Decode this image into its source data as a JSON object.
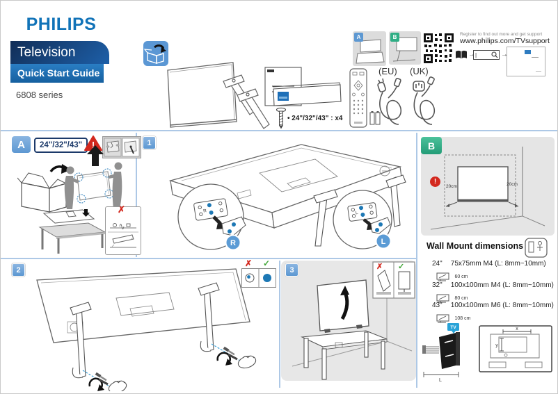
{
  "page": {
    "brand": "PHILIPS",
    "product": "Television",
    "guide": "Quick Start Guide",
    "series": "6808 series"
  },
  "unpack": {
    "screws_note": "• 24\"/32\"/43\" : x4",
    "eu_label": "(EU)",
    "uk_label": "(UK)"
  },
  "register": {
    "line1": "Register to find out more and get support",
    "line2": "www.philips.com/TVsupport"
  },
  "overview": {
    "a_label": "A",
    "b_label": "B"
  },
  "section_a": {
    "badge": "A",
    "sizes": "24\"/32\"/43\""
  },
  "steps": {
    "one": "1",
    "two": "2",
    "three": "3",
    "right": "R",
    "left": "L"
  },
  "section_b": {
    "badge": "B",
    "clearance": "20cm",
    "alert": "!",
    "wall_mount_title": "Wall Mount dimensions (x, y)",
    "specs": [
      {
        "size": "24\"",
        "dim": "75x75mm M4 (L: 8mm~10mm)",
        "distance": "60 cm"
      },
      {
        "size": "32\"",
        "dim": "100x100mm M4 (L: 8mm~10mm)",
        "distance": "80 cm"
      },
      {
        "size": "43\"",
        "dim": "100x100mm M6 (L: 8mm~10mm)",
        "distance": "108 cm"
      }
    ],
    "tv_tag": "TV",
    "length_label": "L",
    "x_label": "x",
    "y_label": "y"
  },
  "glyphs": {
    "cross": "✗",
    "check": "✓",
    "arrow_right": "→",
    "exclaim": "!"
  },
  "colors": {
    "philips_blue": "#1173b8",
    "navy": "#16355f",
    "band_blue": "#1b6cb4",
    "badge_blue": "#5d98d2",
    "green": "#2fae85",
    "divider": "#adc8e6",
    "warning_red": "#d3281e",
    "screw_dot": "#1d78b5"
  }
}
